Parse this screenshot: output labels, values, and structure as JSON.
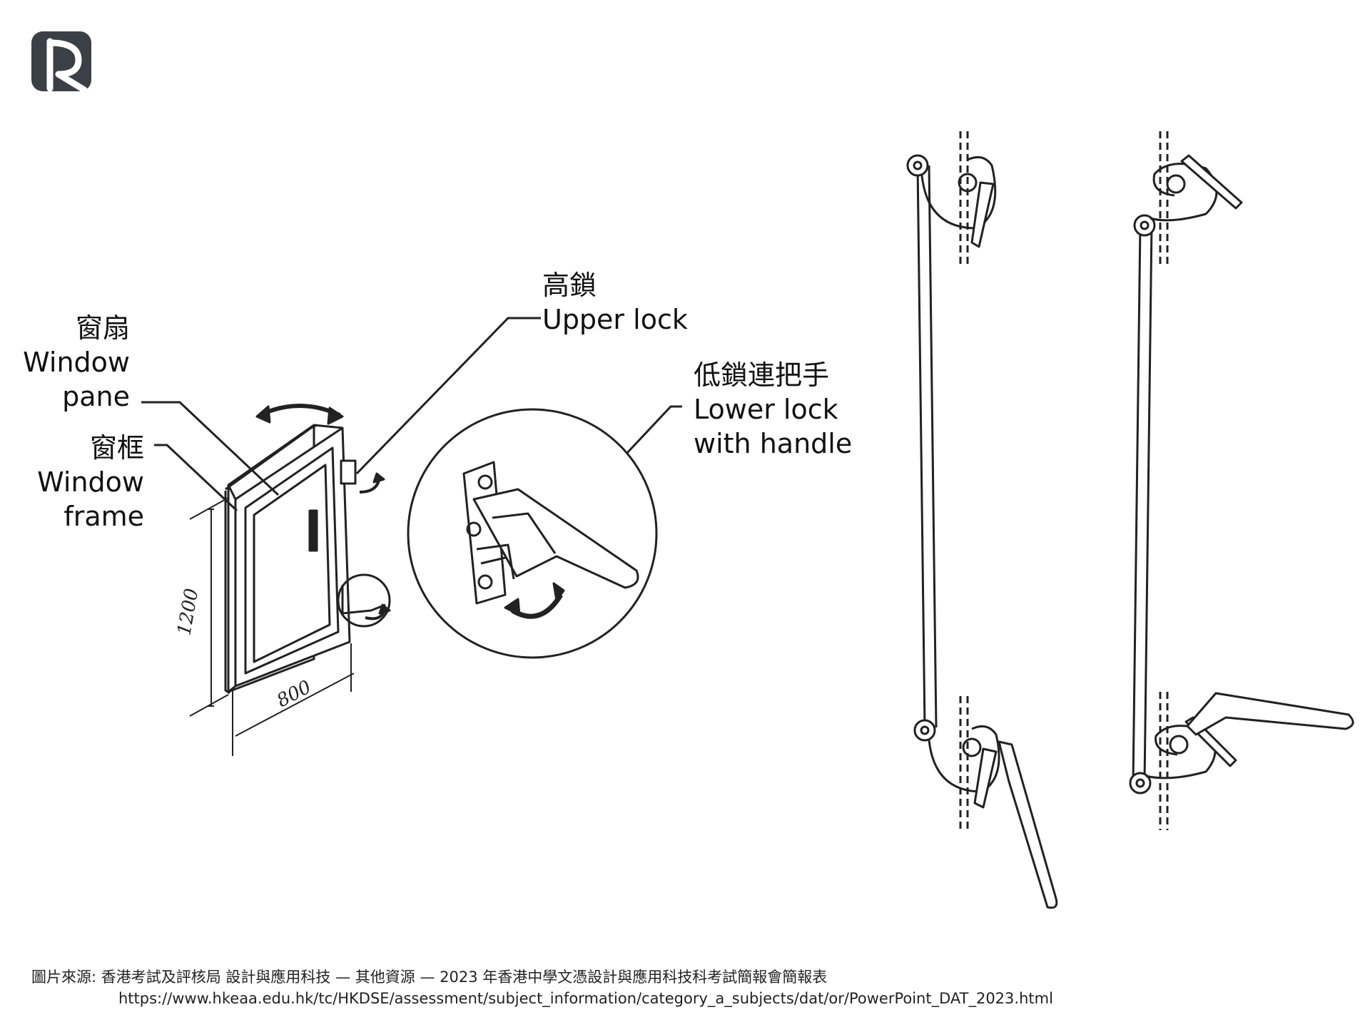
{
  "logo": {
    "letter": "R",
    "color": "#3b4047"
  },
  "labels": {
    "window_pane_zh": "窗扇",
    "window_pane_en_1": "Window",
    "window_pane_en_2": "pane",
    "window_frame_zh": "窗框",
    "window_frame_en_1": "Window",
    "window_frame_en_2": "frame",
    "upper_lock_zh": "高鎖",
    "upper_lock_en": "Upper lock",
    "lower_lock_zh": "低鎖連把手",
    "lower_lock_en_1": "Lower lock",
    "lower_lock_en_2": "with handle"
  },
  "dimensions": {
    "height": "1200",
    "width": "800"
  },
  "source": {
    "line1": "圖片來源:   香港考試及評核局    設計與應用科技 — 其他資源 — 2023 年香港中學文憑設計與應用科技科考試簡報會簡報表",
    "line2": "https://www.hkeaa.edu.hk/tc/HKDSE/assessment/subject_information/category_a_subjects/dat/or/PowerPoint_DAT_2023.html"
  }
}
